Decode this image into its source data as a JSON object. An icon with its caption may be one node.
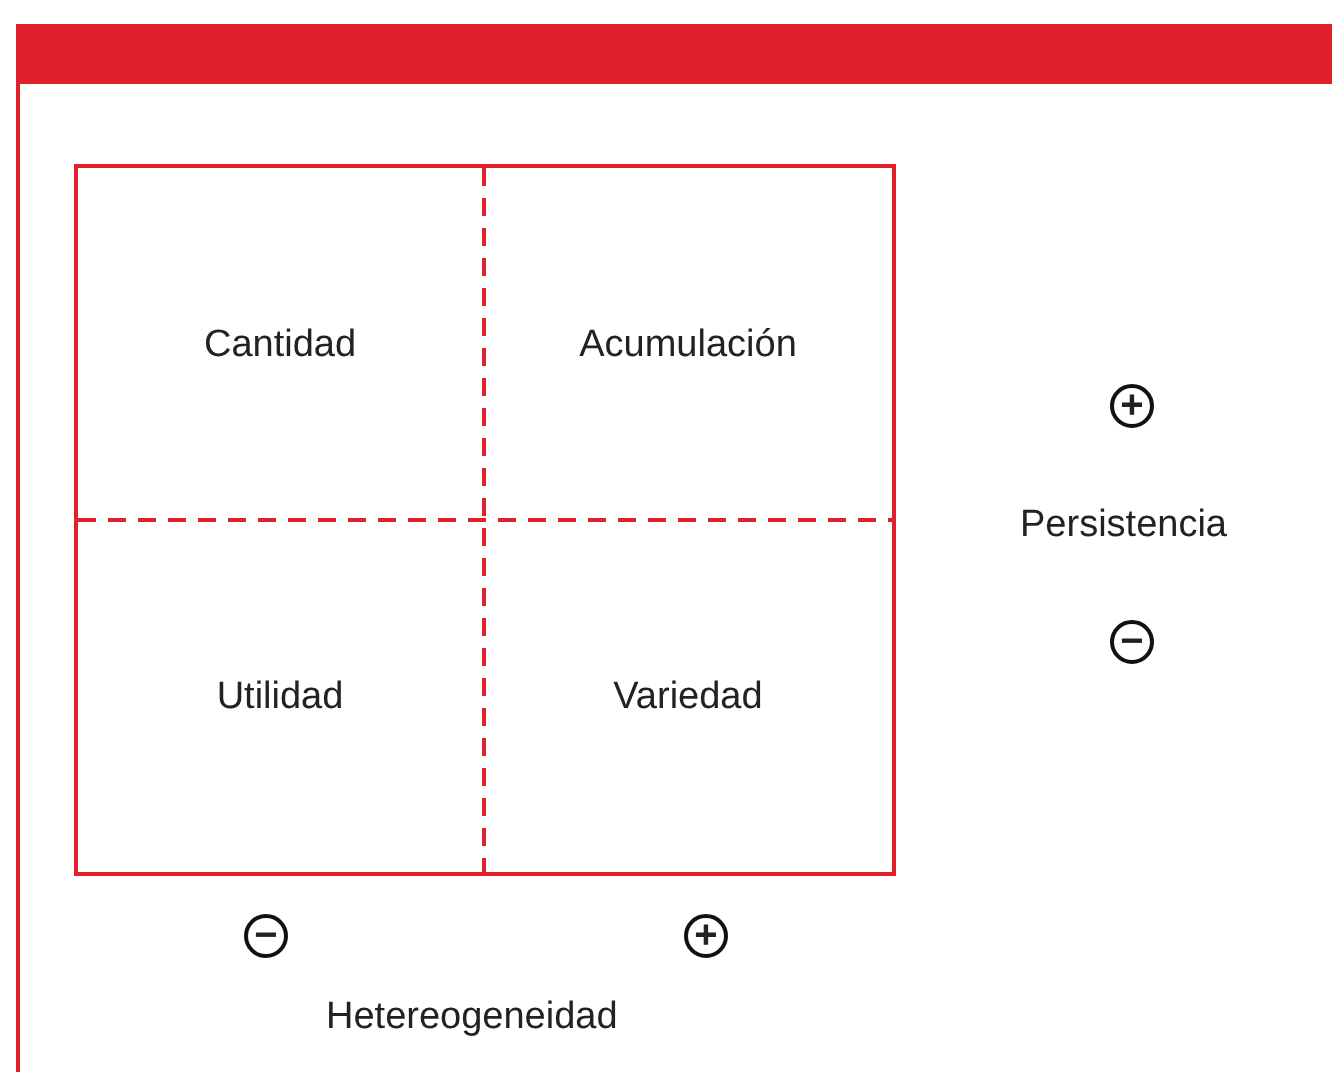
{
  "diagram": {
    "nodes": [
      {
        "text": [
          "Cantidad"
        ]
      },
      {
        "text": [
          "Acumulación"
        ]
      },
      {
        "text": [
          "Utilidad"
        ]
      },
      {
        "text": [
          "Variedad"
        ]
      }
    ],
    "labels": [
      "+",
      "Persistencia",
      "−",
      "−",
      "+",
      "Hetereogeneidad"
    ]
  }
}
